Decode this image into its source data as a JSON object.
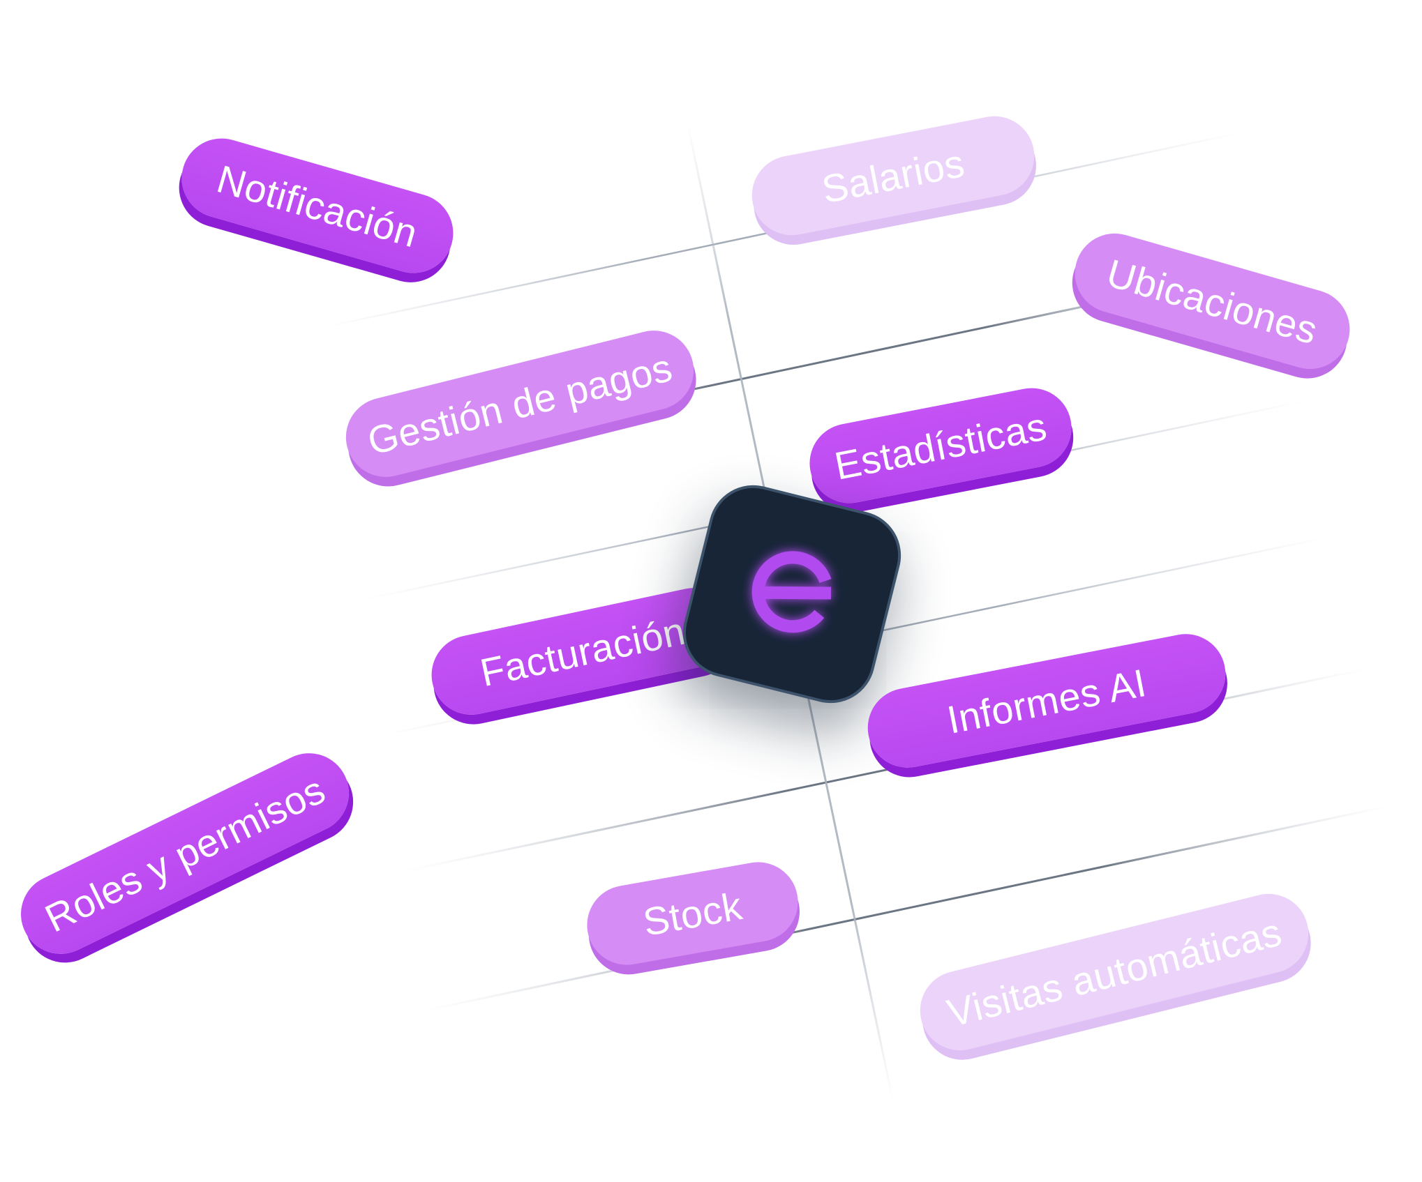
{
  "features": {
    "notificacion": "Notificación",
    "salarios": "Salarios",
    "ubicaciones": "Ubicaciones",
    "gestion_pagos": "Gestión de pagos",
    "estadisticas": "Estadísticas",
    "facturacion": "Facturación",
    "informes_ai": "Informes AI",
    "roles_permisos": "Roles y permisos",
    "stock": "Stock",
    "visitas": "Visitas automáticas"
  },
  "logo": {
    "icon": "e-logo-icon",
    "letter_color": "#b14cf0",
    "tile_color": "#172537"
  },
  "colors": {
    "pill_dark": "#c452f5",
    "pill_medium": "#d68cf5",
    "pill_light": "#ecd3fa"
  }
}
